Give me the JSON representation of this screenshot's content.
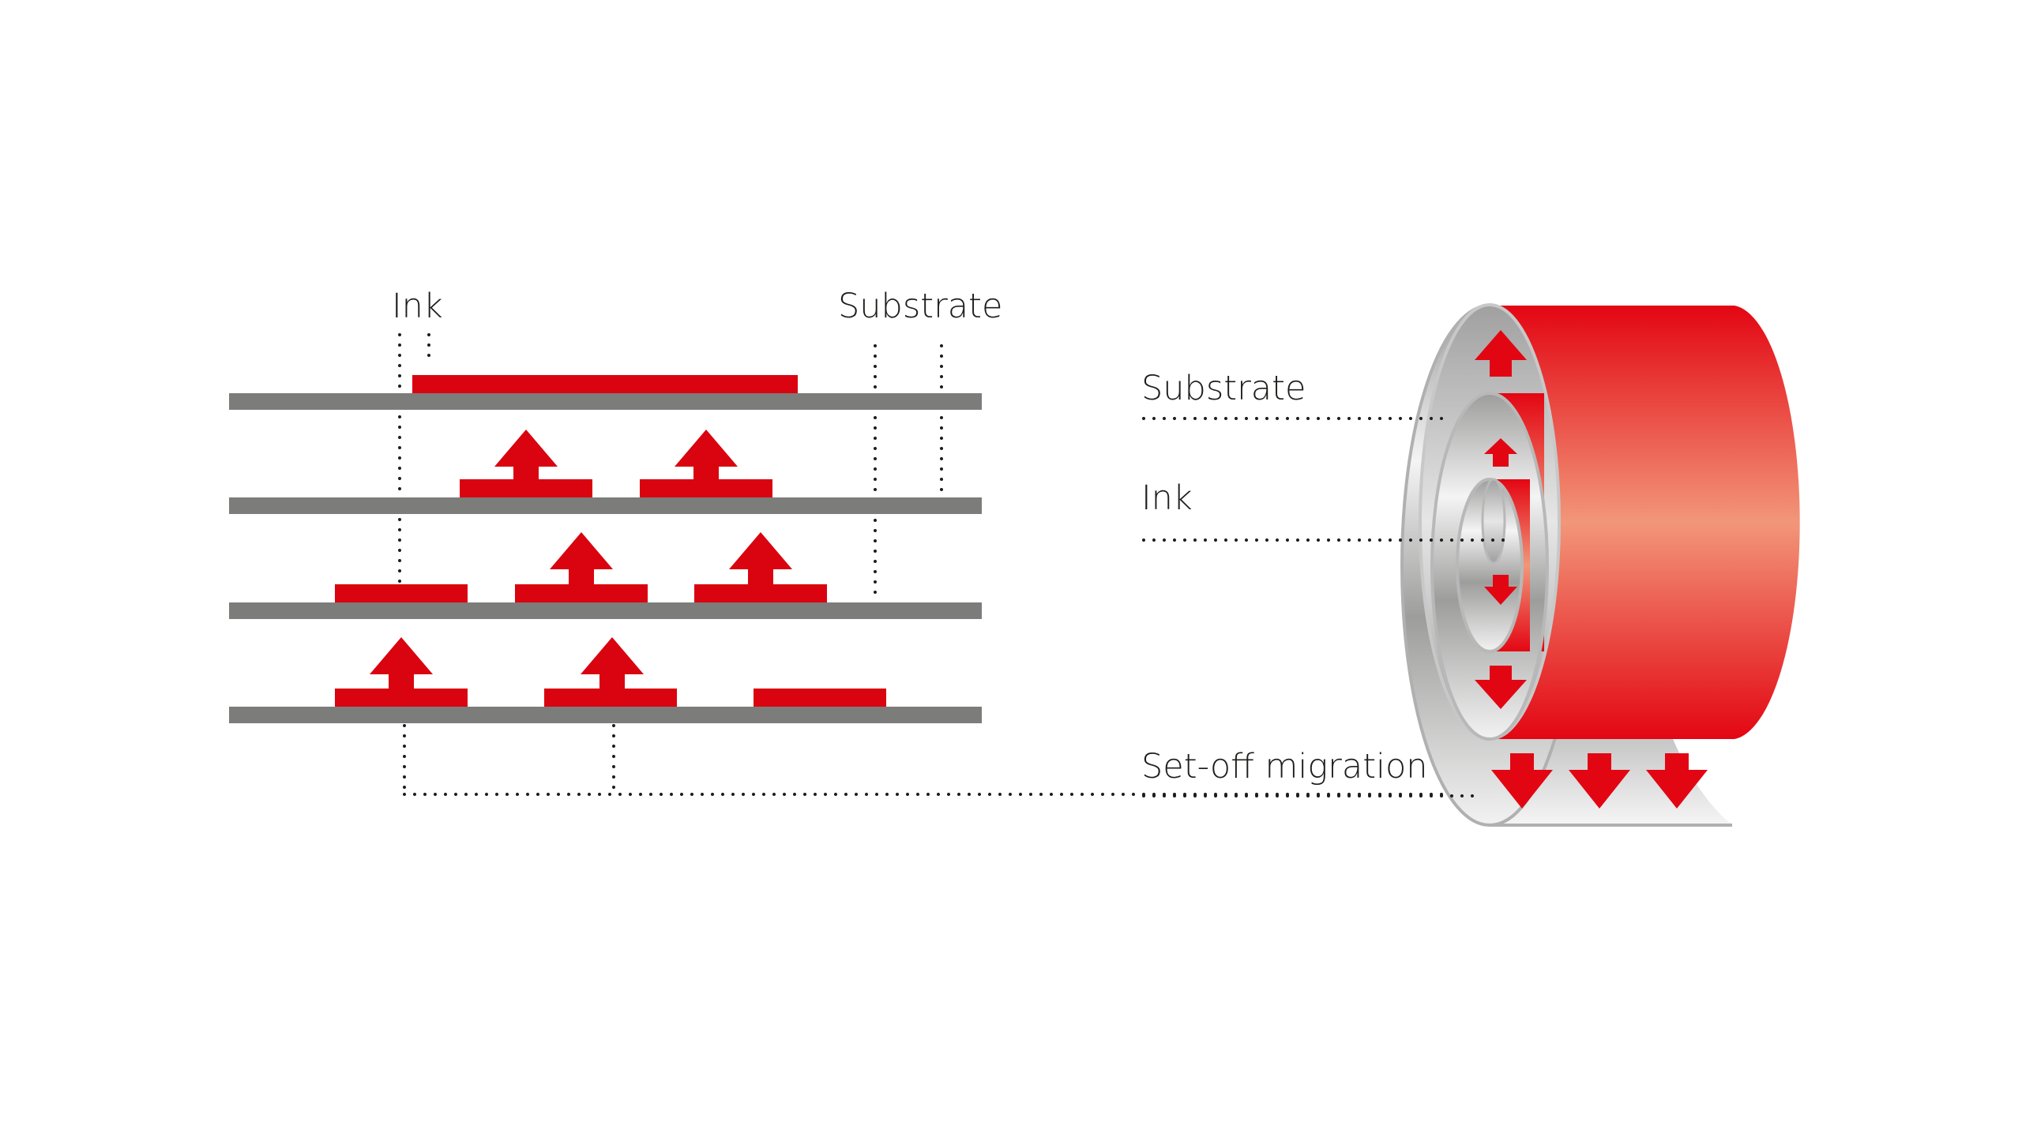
{
  "layers_diagram": {
    "ink_label": "Ink",
    "substrate_label": "Substrate"
  },
  "roll_diagram": {
    "substrate_label": "Substrate",
    "ink_label": "Ink",
    "setoff_label": "Set-off migration"
  },
  "colors": {
    "ink_red": "#d9040f",
    "substrate_gray": "#7c7c7b",
    "roll_red": "#e30613",
    "roll_highlight": "#f29679"
  }
}
